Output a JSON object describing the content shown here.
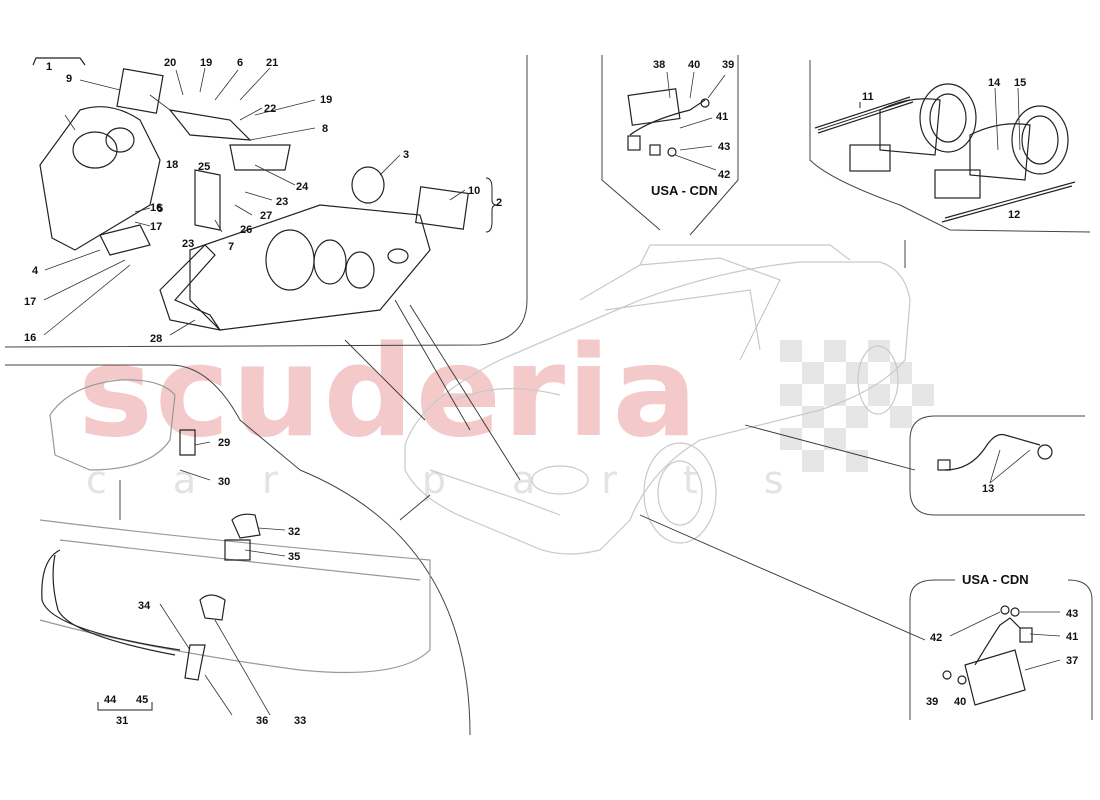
{
  "watermark": {
    "main": "scuderia",
    "sub": "car parts"
  },
  "region_titles": {
    "top_center": "USA - CDN",
    "bottom_right": "USA - CDN"
  },
  "callouts": [
    "1",
    "2",
    "3",
    "4",
    "5",
    "6",
    "7",
    "8",
    "9",
    "10",
    "11",
    "12",
    "13",
    "14",
    "15",
    "16",
    "17",
    "18",
    "19",
    "20",
    "21",
    "22",
    "23",
    "24",
    "25",
    "26",
    "27",
    "28",
    "29",
    "30",
    "31",
    "32",
    "33",
    "34",
    "35",
    "36",
    "37",
    "38",
    "39",
    "40",
    "41",
    "42",
    "43",
    "44",
    "45"
  ],
  "colors": {
    "line": "#333333",
    "watermark_red": "#f3c9c9",
    "watermark_grey": "#e3e3e3"
  }
}
